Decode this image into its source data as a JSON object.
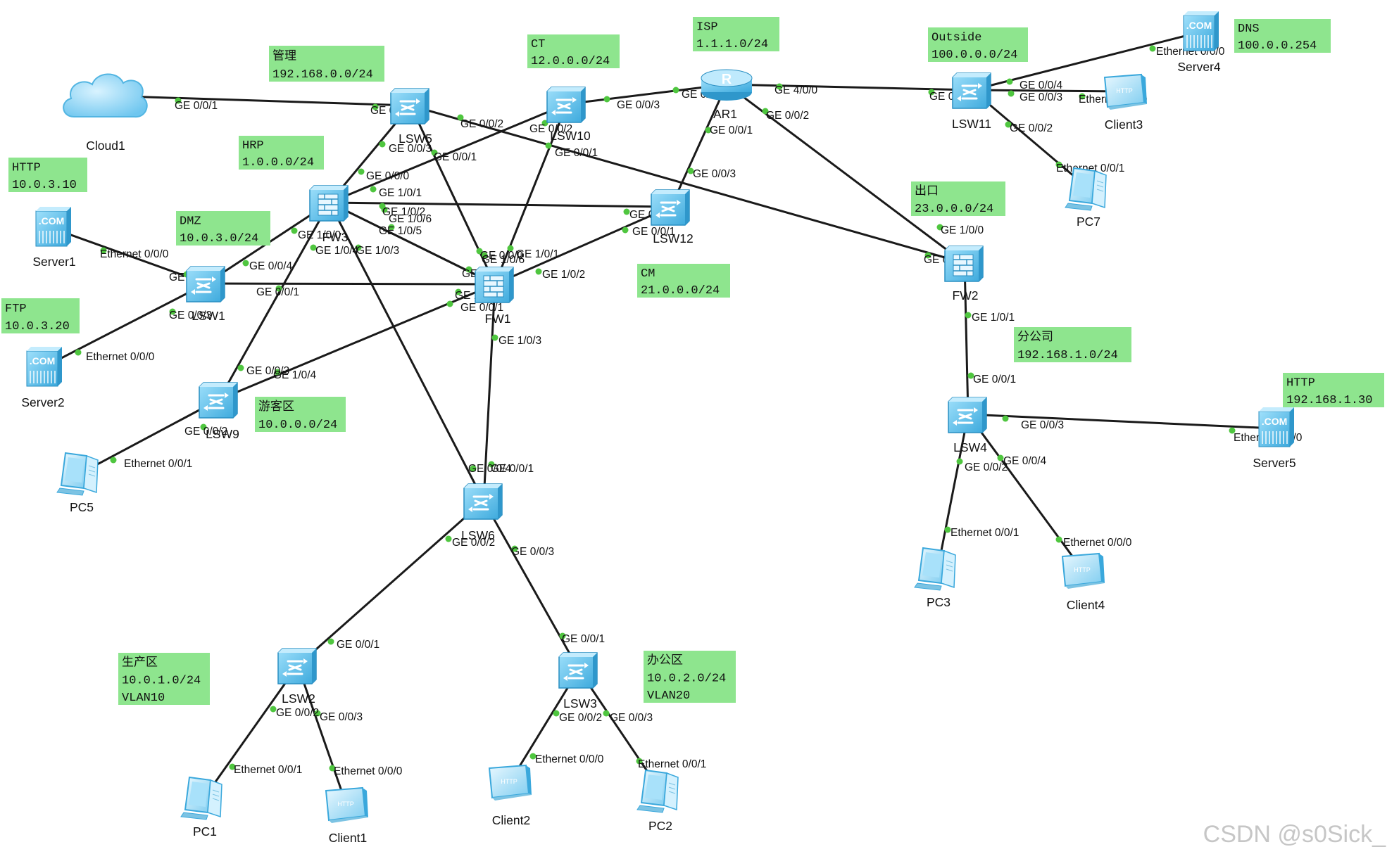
{
  "watermark": "CSDN @s0Sick_",
  "colors": {
    "link": "#1a1a1a",
    "port_dot": "#4fc63f",
    "label_box": "#8ee58e",
    "device": "#56bde8"
  },
  "devices": [
    {
      "id": "Cloud1",
      "label": "Cloud1",
      "icon": "cloud-icon"
    },
    {
      "id": "LSW5",
      "label": "LSW5",
      "icon": "switch-icon"
    },
    {
      "id": "LSW10",
      "label": "LSW10",
      "icon": "switch-icon"
    },
    {
      "id": "AR1",
      "label": "AR1",
      "icon": "router-icon"
    },
    {
      "id": "LSW11",
      "label": "LSW11",
      "icon": "switch-icon"
    },
    {
      "id": "Server4",
      "label": "Server4",
      "icon": "server-icon"
    },
    {
      "id": "Client3",
      "label": "Client3",
      "icon": "client-icon"
    },
    {
      "id": "PC7",
      "label": "PC7",
      "icon": "pc-icon"
    },
    {
      "id": "FW3",
      "label": "FW3",
      "icon": "firewall-icon"
    },
    {
      "id": "LSW12",
      "label": "LSW12",
      "icon": "switch-icon"
    },
    {
      "id": "FW1",
      "label": "FW1",
      "icon": "firewall-icon"
    },
    {
      "id": "FW2",
      "label": "FW2",
      "icon": "firewall-icon"
    },
    {
      "id": "Server1",
      "label": "Server1",
      "icon": "server-icon"
    },
    {
      "id": "LSW1",
      "label": "LSW1",
      "icon": "switch-icon"
    },
    {
      "id": "Server2",
      "label": "Server2",
      "icon": "server-icon"
    },
    {
      "id": "LSW9",
      "label": "LSW9",
      "icon": "switch-icon"
    },
    {
      "id": "PC5",
      "label": "PC5",
      "icon": "pc-icon"
    },
    {
      "id": "LSW6",
      "label": "LSW6",
      "icon": "switch-icon"
    },
    {
      "id": "LSW2",
      "label": "LSW2",
      "icon": "switch-icon"
    },
    {
      "id": "LSW3",
      "label": "LSW3",
      "icon": "switch-icon"
    },
    {
      "id": "PC1",
      "label": "PC1",
      "icon": "pc-icon"
    },
    {
      "id": "Client1",
      "label": "Client1",
      "icon": "client-icon"
    },
    {
      "id": "Client2",
      "label": "Client2",
      "icon": "client-icon"
    },
    {
      "id": "PC2",
      "label": "PC2",
      "icon": "pc-icon"
    },
    {
      "id": "LSW4",
      "label": "LSW4",
      "icon": "switch-icon"
    },
    {
      "id": "Server5",
      "label": "Server5",
      "icon": "server-icon"
    },
    {
      "id": "PC3",
      "label": "PC3",
      "icon": "pc-icon"
    },
    {
      "id": "Client4",
      "label": "Client4",
      "icon": "client-icon"
    }
  ],
  "links": [
    {
      "a": "Cloud1",
      "b": "LSW5",
      "a_port": "GE 0/0/1",
      "b_port": "GE 0/0/24"
    },
    {
      "a": "LSW5",
      "b": "FW3",
      "a_port": "GE 0/0/3",
      "b_port": "GE 0/0/0"
    },
    {
      "a": "LSW5",
      "b": "FW1",
      "a_port": "GE 0/0/1",
      "b_port": "GE 0/0/0"
    },
    {
      "a": "LSW5",
      "b": "FW2",
      "a_port": "GE 0/0/2",
      "b_port": "GE 0/0/0"
    },
    {
      "a": "LSW10",
      "b": "FW3",
      "a_port": "GE 0/0/2",
      "b_port": "GE 1/0/2"
    },
    {
      "a": "LSW10",
      "b": "FW1",
      "a_port": "GE 0/0/1",
      "b_port": "GE 1/0/1"
    },
    {
      "a": "LSW10",
      "b": "AR1",
      "a_port": "GE 0/0/3",
      "b_port": "GE 0/0/0"
    },
    {
      "a": "AR1",
      "b": "LSW11",
      "a_port": "GE 4/0/0",
      "b_port": "GE 0/0/1"
    },
    {
      "a": "AR1",
      "b": "LSW12",
      "a_port": "GE 0/0/1",
      "b_port": "GE 0/0/3"
    },
    {
      "a": "AR1",
      "b": "FW2",
      "a_port": "GE 0/0/2",
      "b_port": "GE 1/0/0"
    },
    {
      "a": "LSW11",
      "b": "Server4",
      "a_port": "GE 0/0/4",
      "b_port": "Ethernet 0/0/0"
    },
    {
      "a": "LSW11",
      "b": "Client3",
      "a_port": "GE 0/0/3",
      "b_port": "Ethernet 0/0/0"
    },
    {
      "a": "LSW11",
      "b": "PC7",
      "a_port": "GE 0/0/2",
      "b_port": "Ethernet 0/0/1"
    },
    {
      "a": "FW3",
      "b": "LSW12",
      "a_port": "GE 1/0/1",
      "b_port": "GE 0/0/2"
    },
    {
      "a": "FW3",
      "b": "FW1",
      "a_port": "GE 1/0/6",
      "b_port": "GE 1/0/6"
    },
    {
      "a": "FW3",
      "b": "FW1",
      "a_port": "GE 1/0/5",
      "b_port": "GE 1/0/5"
    },
    {
      "a": "FW3",
      "b": "LSW1",
      "a_port": "GE 1/0/0",
      "b_port": "GE 0/0/4"
    },
    {
      "a": "FW3",
      "b": "LSW9",
      "a_port": "GE 1/0/4",
      "b_port": "GE 0/0/3"
    },
    {
      "a": "FW3",
      "b": "LSW6",
      "a_port": "GE 1/0/3",
      "b_port": "GE 0/0/4"
    },
    {
      "a": "LSW12",
      "b": "FW1",
      "a_port": "GE 0/0/1",
      "b_port": "GE 1/0/2"
    },
    {
      "a": "LSW1",
      "b": "FW1",
      "a_port": "GE 0/0/1",
      "b_port": "GE 1/0/0"
    },
    {
      "a": "LSW1",
      "b": "Server1",
      "a_port": "GE 0/0/2",
      "b_port": "Ethernet 0/0/0"
    },
    {
      "a": "LSW1",
      "b": "Server2",
      "a_port": "GE 0/0/3",
      "b_port": "Ethernet 0/0/0"
    },
    {
      "a": "LSW9",
      "b": "FW1",
      "a_port": "GE 0/0/1",
      "b_port": "GE 1/0/4"
    },
    {
      "a": "LSW9",
      "b": "PC5",
      "a_port": "GE 0/0/2",
      "b_port": "Ethernet 0/0/1"
    },
    {
      "a": "FW1",
      "b": "LSW6",
      "a_port": "GE 1/0/3",
      "b_port": "GE 0/0/1"
    },
    {
      "a": "LSW6",
      "b": "LSW2",
      "a_port": "GE 0/0/2",
      "b_port": "GE 0/0/1"
    },
    {
      "a": "LSW6",
      "b": "LSW3",
      "a_port": "GE 0/0/3",
      "b_port": "GE 0/0/1"
    },
    {
      "a": "LSW2",
      "b": "PC1",
      "a_port": "GE 0/0/2",
      "b_port": "Ethernet 0/0/1"
    },
    {
      "a": "LSW2",
      "b": "Client1",
      "a_port": "GE 0/0/3",
      "b_port": "Ethernet 0/0/0"
    },
    {
      "a": "LSW3",
      "b": "Client2",
      "a_port": "GE 0/0/2",
      "b_port": "Ethernet 0/0/0"
    },
    {
      "a": "LSW3",
      "b": "PC2",
      "a_port": "GE 0/0/3",
      "b_port": "Ethernet 0/0/1"
    },
    {
      "a": "FW2",
      "b": "LSW4",
      "a_port": "GE 1/0/1",
      "b_port": "GE 0/0/1"
    },
    {
      "a": "LSW4",
      "b": "Server5",
      "a_port": "GE 0/0/3",
      "b_port": "Ethernet 0/0/0"
    },
    {
      "a": "LSW4",
      "b": "PC3",
      "a_port": "GE 0/0/2",
      "b_port": "Ethernet 0/0/1"
    },
    {
      "a": "LSW4",
      "b": "Client4",
      "a_port": "GE 0/0/4",
      "b_port": "Ethernet 0/0/0"
    }
  ],
  "network_labels": [
    {
      "id": "mgmt",
      "lines": [
        "管理",
        "192.168.0.0/24"
      ]
    },
    {
      "id": "ct",
      "lines": [
        "CT",
        "12.0.0.0/24"
      ]
    },
    {
      "id": "isp",
      "lines": [
        "ISP",
        "1.1.1.0/24"
      ]
    },
    {
      "id": "outside",
      "lines": [
        "Outside",
        "100.0.0.0/24"
      ]
    },
    {
      "id": "dns",
      "lines": [
        "DNS",
        "100.0.0.254"
      ]
    },
    {
      "id": "hrp",
      "lines": [
        "HRP",
        "1.0.0.0/24"
      ]
    },
    {
      "id": "http1",
      "lines": [
        "HTTP",
        "10.0.3.10"
      ]
    },
    {
      "id": "dmz",
      "lines": [
        "DMZ",
        "10.0.3.0/24"
      ]
    },
    {
      "id": "ftp",
      "lines": [
        "FTP",
        "10.0.3.20"
      ]
    },
    {
      "id": "exit",
      "lines": [
        "出口",
        "23.0.0.0/24"
      ]
    },
    {
      "id": "cm",
      "lines": [
        "CM",
        "21.0.0.0/24"
      ]
    },
    {
      "id": "branch",
      "lines": [
        "分公司",
        "192.168.1.0/24"
      ]
    },
    {
      "id": "http2",
      "lines": [
        "HTTP",
        "192.168.1.30"
      ]
    },
    {
      "id": "guest",
      "lines": [
        "游客区",
        "10.0.0.0/24"
      ]
    },
    {
      "id": "prod",
      "lines": [
        "生产区",
        "10.0.1.0/24",
        "VLAN10"
      ]
    },
    {
      "id": "office",
      "lines": [
        "办公区",
        "10.0.2.0/24",
        "VLAN20"
      ]
    }
  ]
}
